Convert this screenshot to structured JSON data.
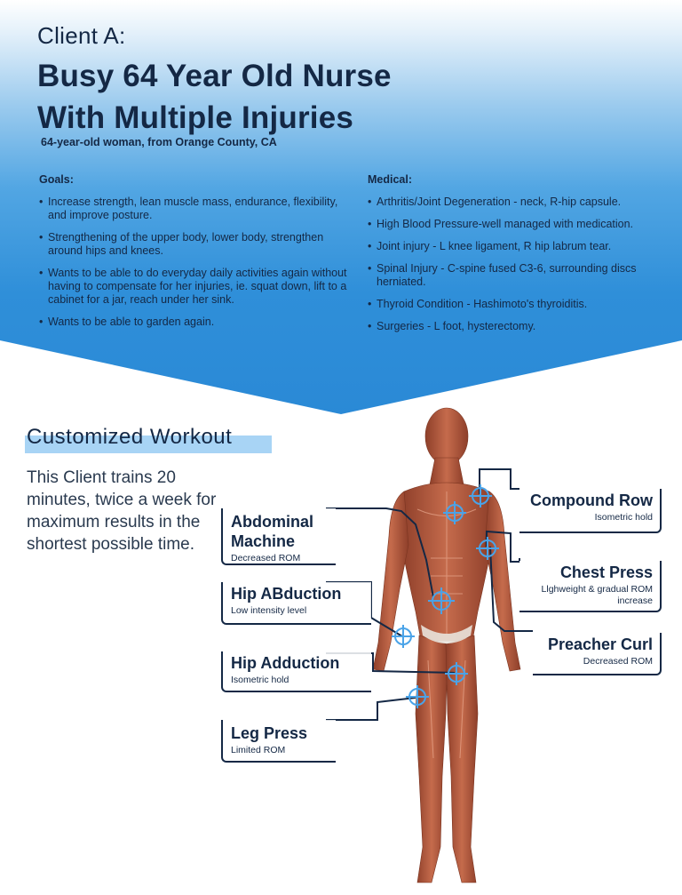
{
  "header": {
    "client_label": "Client A:",
    "title_line1": "Busy 64 Year Old Nurse",
    "title_line2": "With Multiple Injuries",
    "subtitle": "64-year-old woman, from Orange County, CA"
  },
  "goals": {
    "heading": "Goals:",
    "items": [
      "Increase strength, lean muscle mass, endurance, flexibility, and improve posture.",
      "Strengthening of the upper body, lower body, strengthen around hips and knees.",
      "Wants to be able to do everyday daily activities again without having to compensate for her injuries, ie. squat down, lift to a cabinet for a jar, reach under her sink.",
      "Wants to be able to garden again."
    ]
  },
  "medical": {
    "heading": "Medical:",
    "items": [
      "Arthritis/Joint Degeneration - neck, R-hip capsule.",
      "High Blood Pressure-well managed with medication.",
      "Joint injury - L knee ligament, R hip labrum tear.",
      "Spinal Injury - C-spine fused C3-6, surrounding discs herniated.",
      "Thyroid Condition - Hashimoto's thyroiditis.",
      "Surgeries - L foot, hysterectomy."
    ]
  },
  "workout": {
    "title": "Customized Workout",
    "intro": "This Client trains 20 minutes, twice a week for maximum results in the shortest possible time.",
    "exercises": {
      "abdominal": {
        "name": "Abdominal Machine",
        "note": "Decreased ROM"
      },
      "hip_abduction": {
        "name": "Hip ABduction",
        "note": "Low intensity level"
      },
      "hip_adduction": {
        "name": "Hip Adduction",
        "note": "Isometric hold"
      },
      "leg_press": {
        "name": "Leg Press",
        "note": "Limited ROM"
      },
      "compound_row": {
        "name": "Compound Row",
        "note": "Isometric hold"
      },
      "chest_press": {
        "name": "Chest Press",
        "note": "Llghweight & gradual ROM increase"
      },
      "preacher_curl": {
        "name": "Preacher Curl",
        "note": "Decreased ROM"
      }
    }
  },
  "colors": {
    "navy": "#142845",
    "hero_blue": "#2a89d6",
    "highlight": "#a8d4f5",
    "target_blue": "#4aa3e8",
    "muscle": "#b55a3e"
  },
  "icons": [
    "target-icon",
    "anatomy-figure"
  ]
}
